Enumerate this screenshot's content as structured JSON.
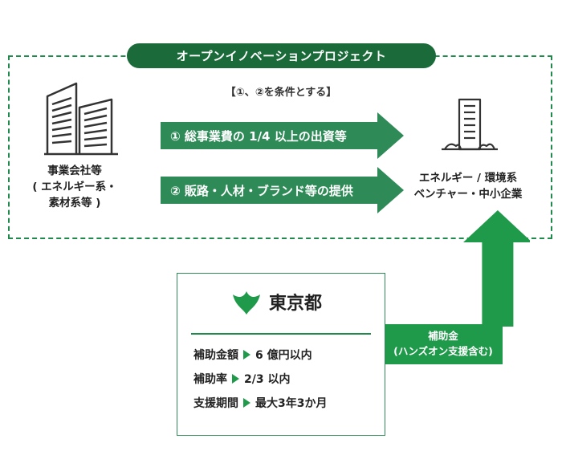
{
  "project": {
    "title": "オープンイノベーションプロジェクト",
    "condition": "【①、②を条件とする】"
  },
  "arrows": [
    {
      "label": "① 総事業費の 1/4 以上の出資等"
    },
    {
      "label": "② 販路・人材・ブランド等の提供"
    }
  ],
  "left_entity": {
    "lines": [
      "事業会社等",
      "( エネルギー系・",
      "素材系等 )"
    ]
  },
  "right_entity": {
    "lines": [
      "エネルギー / 環境系",
      "ベンチャー・中小企業"
    ]
  },
  "tokyo": {
    "name": "東京都",
    "terms": [
      {
        "key": "補助金額",
        "value": "6 億円以内"
      },
      {
        "key": "補助率",
        "value": "2/3 以内"
      },
      {
        "key": "支援期間",
        "value": "最大3年3か月"
      }
    ]
  },
  "subsidy": {
    "title": "補助金",
    "note": "(ハンズオン支援含む)"
  },
  "colors": {
    "dark_green": "#1b6b3a",
    "arrow_green": "#2e8b57",
    "bright_green": "#1f9a4a",
    "icon_gray": "#333333"
  },
  "icons": [
    "office-buildings-icon",
    "startup-building-icon",
    "tokyo-emblem-icon"
  ]
}
